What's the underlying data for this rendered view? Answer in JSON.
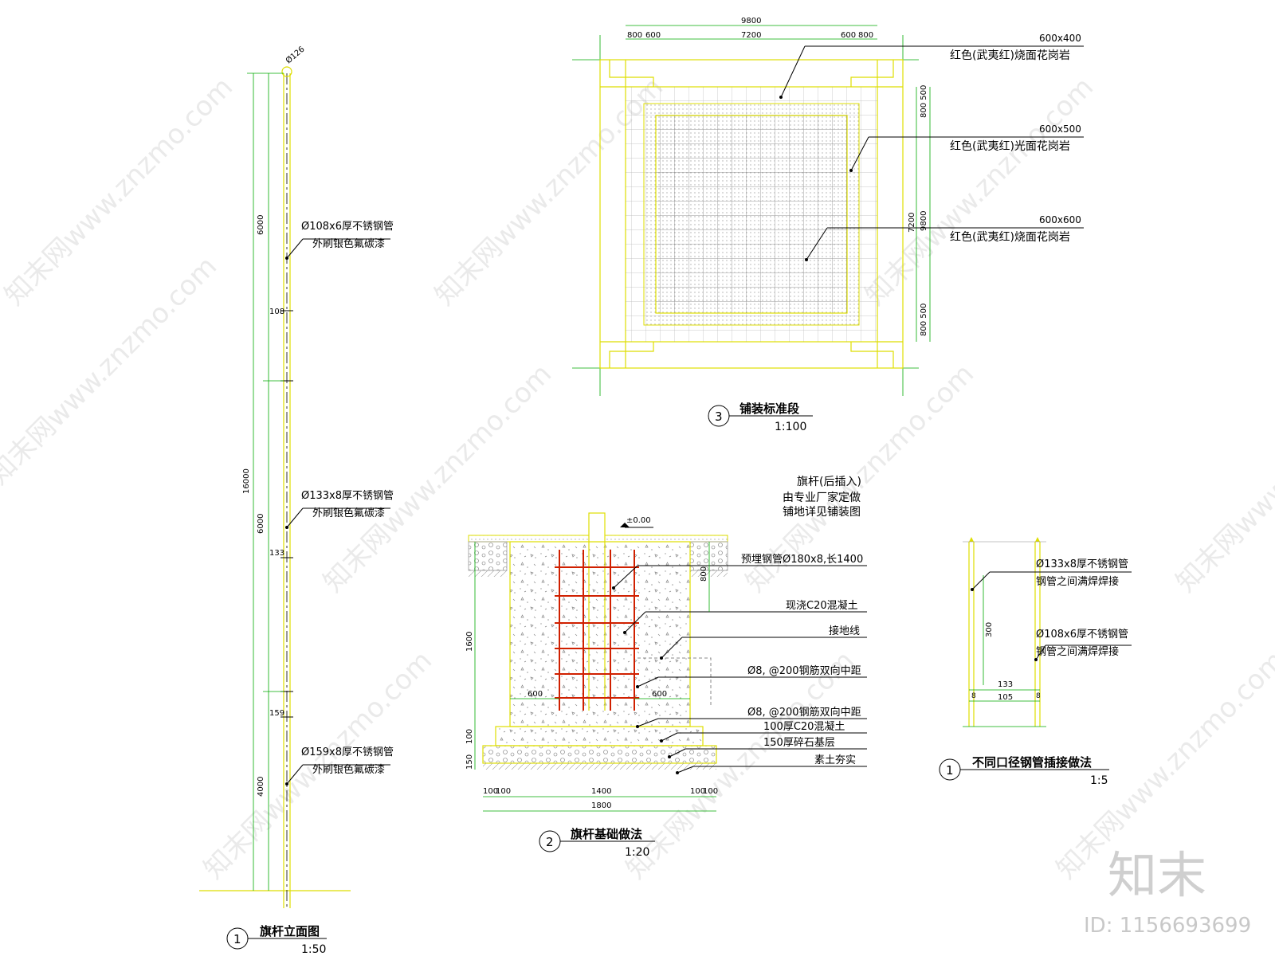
{
  "watermark": {
    "text": "知末网www.znzmo.com",
    "logo": "知末",
    "id_label": "ID: 1156693699"
  },
  "elevation": {
    "num": "1",
    "title": "旗杆立面图",
    "scale": "1:50",
    "top_dim": "Ø126",
    "dim_total": "16000",
    "dim_1": "6000",
    "dim_2": "6000",
    "dim_3": "4000",
    "joint_1": "108",
    "joint_2": "133",
    "joint_3": "159",
    "note1_a": "Ø108x6厚不锈钢管",
    "note1_b": "外刷银色氟碳漆",
    "note2_a": "Ø133x8厚不锈钢管",
    "note2_b": "外刷银色氟碳漆",
    "note3_a": "Ø159x8厚不锈钢管",
    "note3_b": "外刷银色氟碳漆"
  },
  "paving": {
    "num": "3",
    "title": "铺装标准段",
    "scale": "1:100",
    "dim_top_total": "9800",
    "dim_a": "800",
    "dim_b": "600",
    "dim_c": "7200",
    "dim_d": "600",
    "dim_e": "800",
    "dim_r_total": "9800",
    "dim_r_mid": "7200",
    "dim_r_top": "800 500",
    "dim_r_bot": "800 500",
    "leg1_size": "600x400",
    "leg1_name": "红色(武夷红)烧面花岗岩",
    "leg2_size": "600x500",
    "leg2_name": "红色(武夷红)光面花岗岩",
    "leg3_size": "600x600",
    "leg3_name": "红色(武夷红)烧面花岗岩"
  },
  "foundation": {
    "num": "2",
    "title": "旗杆基础做法",
    "scale": "1:20",
    "note_top1": "旗杆(后插入)",
    "note_top2": "由专业厂家定做",
    "note_top3": "铺地详见铺装图",
    "level": "±0.00",
    "c1": "预埋钢管Ø180x8,长1400",
    "c2": "现浇C20混凝土",
    "c3": "接地线",
    "c4": "Ø8, @200钢筋双向中距",
    "c5": "Ø8, @200钢筋双向中距",
    "c6": "100厚C20混凝土",
    "c7": "150厚碎石基层",
    "c8": "素土夯实",
    "d_h": "1600",
    "d_top": "800",
    "d_b1": "100",
    "d_b2": "150",
    "d_600l": "600",
    "d_600r": "600",
    "d_100a": "100",
    "d_100b": "100",
    "d_1400": "1400",
    "d_100c": "100",
    "d_100d": "100",
    "d_1800": "1800"
  },
  "joint": {
    "num": "1",
    "title": "不同口径钢管插接做法",
    "scale": "1:5",
    "n1a": "Ø133x8厚不锈钢管",
    "n1b": "钢管之间满焊焊接",
    "n2a": "Ø108x6厚不锈钢管",
    "n2b": "钢管之间满焊焊接",
    "d300": "300",
    "d133": "133",
    "d105": "105",
    "d8l": "8",
    "d8r": "8"
  }
}
